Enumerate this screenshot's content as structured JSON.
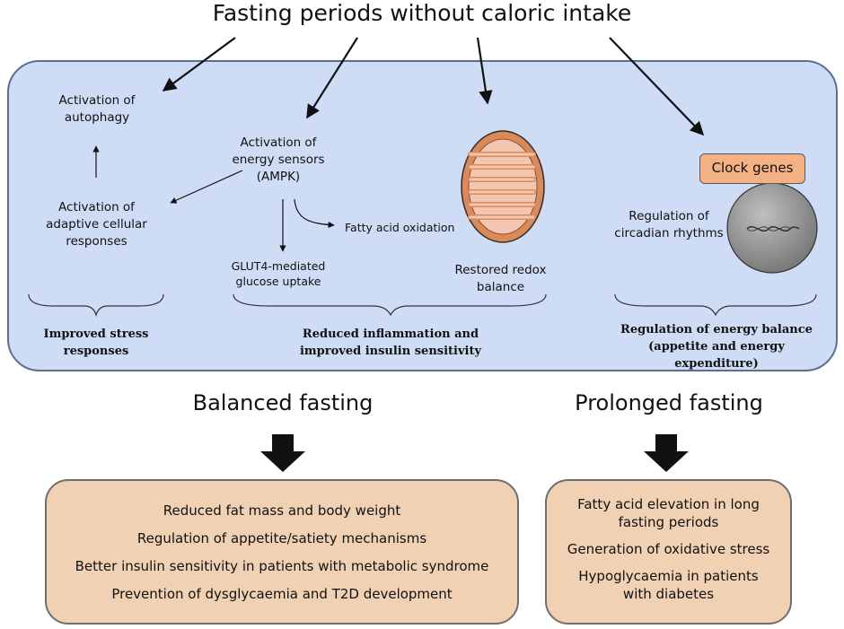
{
  "title": "Fasting periods without caloric intake",
  "panel": {
    "autophagy": [
      "Activation of",
      "autophagy"
    ],
    "adaptive": [
      "Activation of",
      "adaptive cellular",
      "responses"
    ],
    "energy_sensors": [
      "Activation of",
      "energy sensors",
      "(AMPK)"
    ],
    "fatty_acid_oxidation": "Fatty acid oxidation",
    "glut4": [
      "GLUT4-mediated",
      "glucose uptake"
    ],
    "redox": [
      "Restored redox",
      "balance"
    ],
    "clock_genes": "Clock genes",
    "circadian": [
      "Regulation of",
      "circadian rhythms"
    ],
    "stress": [
      "Improved stress",
      "responses"
    ],
    "inflammation": [
      "Reduced inflammation and",
      "improved insulin sensitivity"
    ],
    "energy_balance": [
      "Regulation of energy balance",
      "(appetite and energy",
      "expenditure)"
    ]
  },
  "balanced": {
    "heading": "Balanced fasting",
    "items": [
      "Reduced fat mass and body weight",
      "Regulation of appetite/satiety mechanisms",
      "Better insulin sensitivity in patients with metabolic syndrome",
      "Prevention of dysglycaemia and T2D development"
    ]
  },
  "prolonged": {
    "heading": "Prolonged fasting",
    "items": [
      "Fatty acid elevation in long",
      "fasting periods",
      "Generation of oxidative stress",
      "Hypoglycaemia in patients",
      "with diabetes"
    ]
  },
  "colors": {
    "panel_fill": "#cfdcf5",
    "box_fill": "#f1d1b3",
    "clock_fill": "#f4b183"
  }
}
